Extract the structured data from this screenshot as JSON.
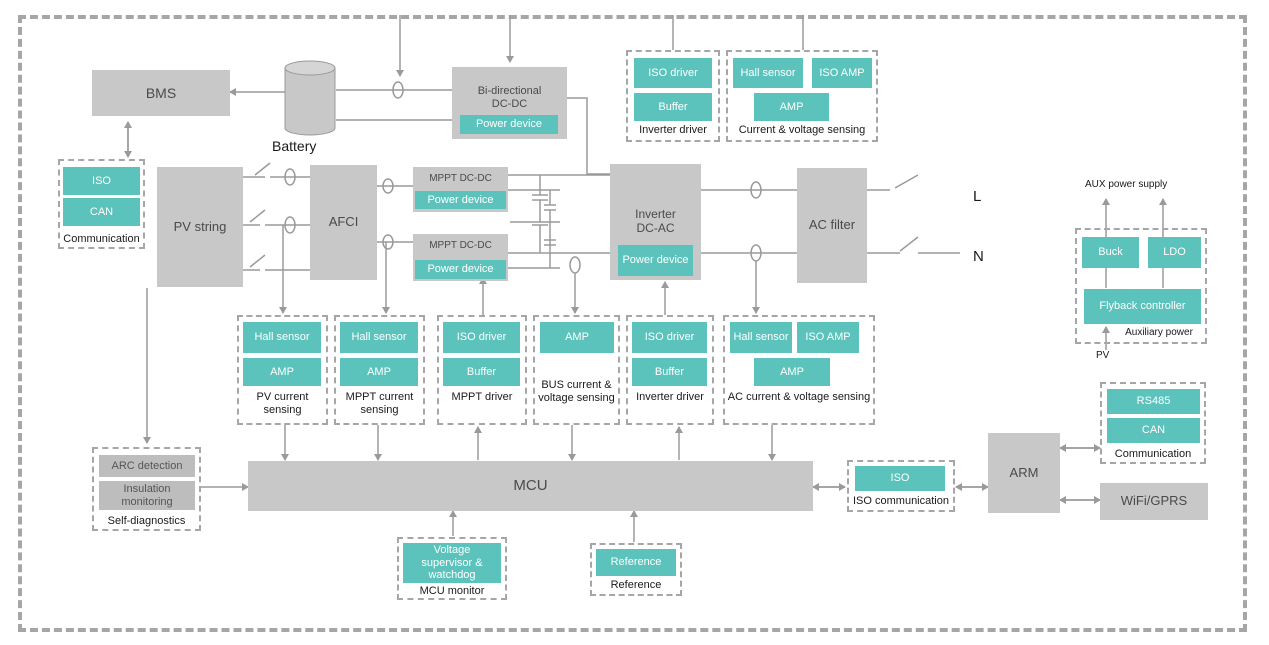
{
  "blocks": {
    "bms": "BMS",
    "battery": "Battery",
    "bidir_title": "Bi-directional DC-DC",
    "bidir_power": "Power device",
    "inv_driver_top_iso": "ISO driver",
    "inv_driver_top_buffer": "Buffer",
    "inv_driver_top_caption": "Inverter driver",
    "cv_top_hall": "Hall sensor",
    "cv_top_isoamp": "ISO AMP",
    "cv_top_amp": "AMP",
    "cv_top_caption": "Current & voltage sensing",
    "comm_left_iso": "ISO",
    "comm_left_can": "CAN",
    "comm_left_caption": "Communication",
    "pv_string": "PV string",
    "afci": "AFCI",
    "mppt1_title": "MPPT DC-DC",
    "mppt1_power": "Power device",
    "mppt2_title": "MPPT DC-DC",
    "mppt2_power": "Power device",
    "inverter_title": "Inverter DC-AC",
    "inverter_power": "Power device",
    "ac_filter": "AC filter",
    "line_l": "L",
    "line_n": "N",
    "aux_supply": "AUX power supply",
    "aux_buck": "Buck",
    "aux_ldo": "LDO",
    "aux_flyback": "Flyback controller",
    "aux_caption": "Auxiliary power",
    "aux_pv": "PV",
    "pvcs_hall": "Hall sensor",
    "pvcs_amp": "AMP",
    "pvcs_caption": "PV current sensing",
    "mpptcs_hall": "Hall sensor",
    "mpptcs_amp": "AMP",
    "mpptcs_caption": "MPPT current sensing",
    "mpptd_iso": "ISO driver",
    "mpptd_buffer": "Buffer",
    "mpptd_caption": "MPPT driver",
    "bus_amp": "AMP",
    "bus_caption": "BUS current & voltage sensing",
    "invd_iso": "ISO driver",
    "invd_buffer": "Buffer",
    "invd_caption": "Inverter driver",
    "accv_hall": "Hall sensor",
    "accv_isoamp": "ISO AMP",
    "accv_amp": "AMP",
    "accv_caption": "AC current & voltage sensing",
    "comm_right_rs485": "RS485",
    "comm_right_can": "CAN",
    "comm_right_caption": "Communication",
    "arm": "ARM",
    "wifi": "WiFi/GPRS",
    "iso_comm_iso": "ISO",
    "iso_comm_caption": "ISO communication",
    "mcu": "MCU",
    "diag_arc": "ARC detection",
    "diag_ins": "Insulation monitoring",
    "diag_caption": "Self-diagnostics",
    "mcumon_vs": "Voltage supervisor & watchdog",
    "mcumon_caption": "MCU monitor",
    "ref_box": "Reference",
    "ref_caption": "Reference"
  },
  "colors": {
    "teal": "#5bc3bb",
    "gray_block": "#c8c8c8",
    "dashed_border": "#a6a6a6",
    "line": "#9a9a9a"
  }
}
